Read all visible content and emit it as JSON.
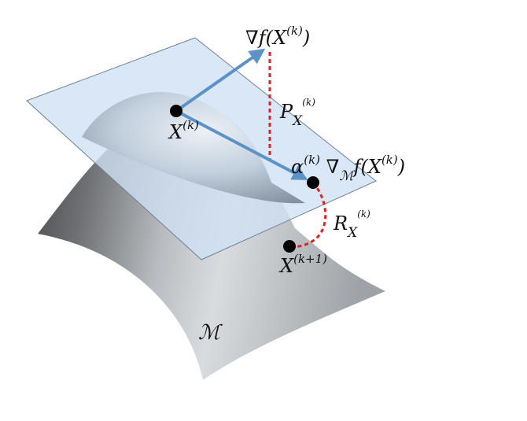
{
  "labels": {
    "gradient": {
      "nabla": "∇",
      "f": "f",
      "open": "(X",
      "sup": "(k)",
      "close": ")"
    },
    "projection": {
      "P": "P",
      "sub": "X",
      "subsup": "(k)"
    },
    "current_point": {
      "X": "X",
      "sup": "(k)"
    },
    "step": {
      "alpha": "α",
      "sup": "(k)",
      "nabla": "∇",
      "sub": "ℳ",
      "f": "f",
      "open": "(X",
      "sup2": "(k)",
      "close": ")"
    },
    "retraction": {
      "R": "R",
      "sub": "X",
      "subsup": "(k)"
    },
    "next_point": {
      "X": "X",
      "sup": "(k+1)"
    },
    "manifold": "ℳ"
  },
  "colors": {
    "arrow": "#5b93c9",
    "dashed": "#e02020",
    "plane_fill": "#cfe0f3",
    "plane_stroke": "#6f8196",
    "surface_dark": "#3a3a3a",
    "surface_light": "#e6e8ea",
    "point": "#000000"
  }
}
